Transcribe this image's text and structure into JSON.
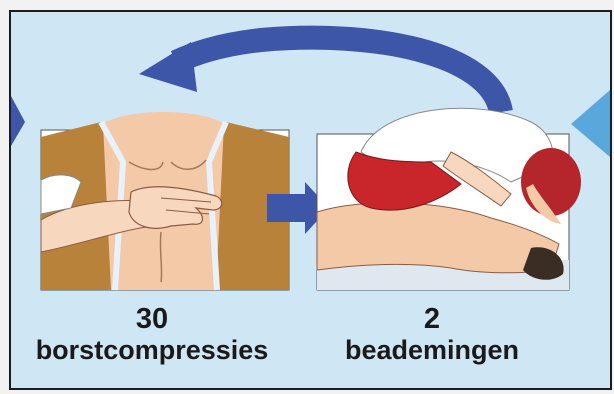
{
  "steps": [
    {
      "number": "30",
      "label": "borstcompressies"
    },
    {
      "number": "2",
      "label": "beademingen"
    }
  ],
  "colors": {
    "background": "#cfe6f5",
    "arrow": "#3e56a8",
    "skin": "#f3c9a8",
    "jacket": "#b8823a",
    "hair": "#b4262b"
  }
}
